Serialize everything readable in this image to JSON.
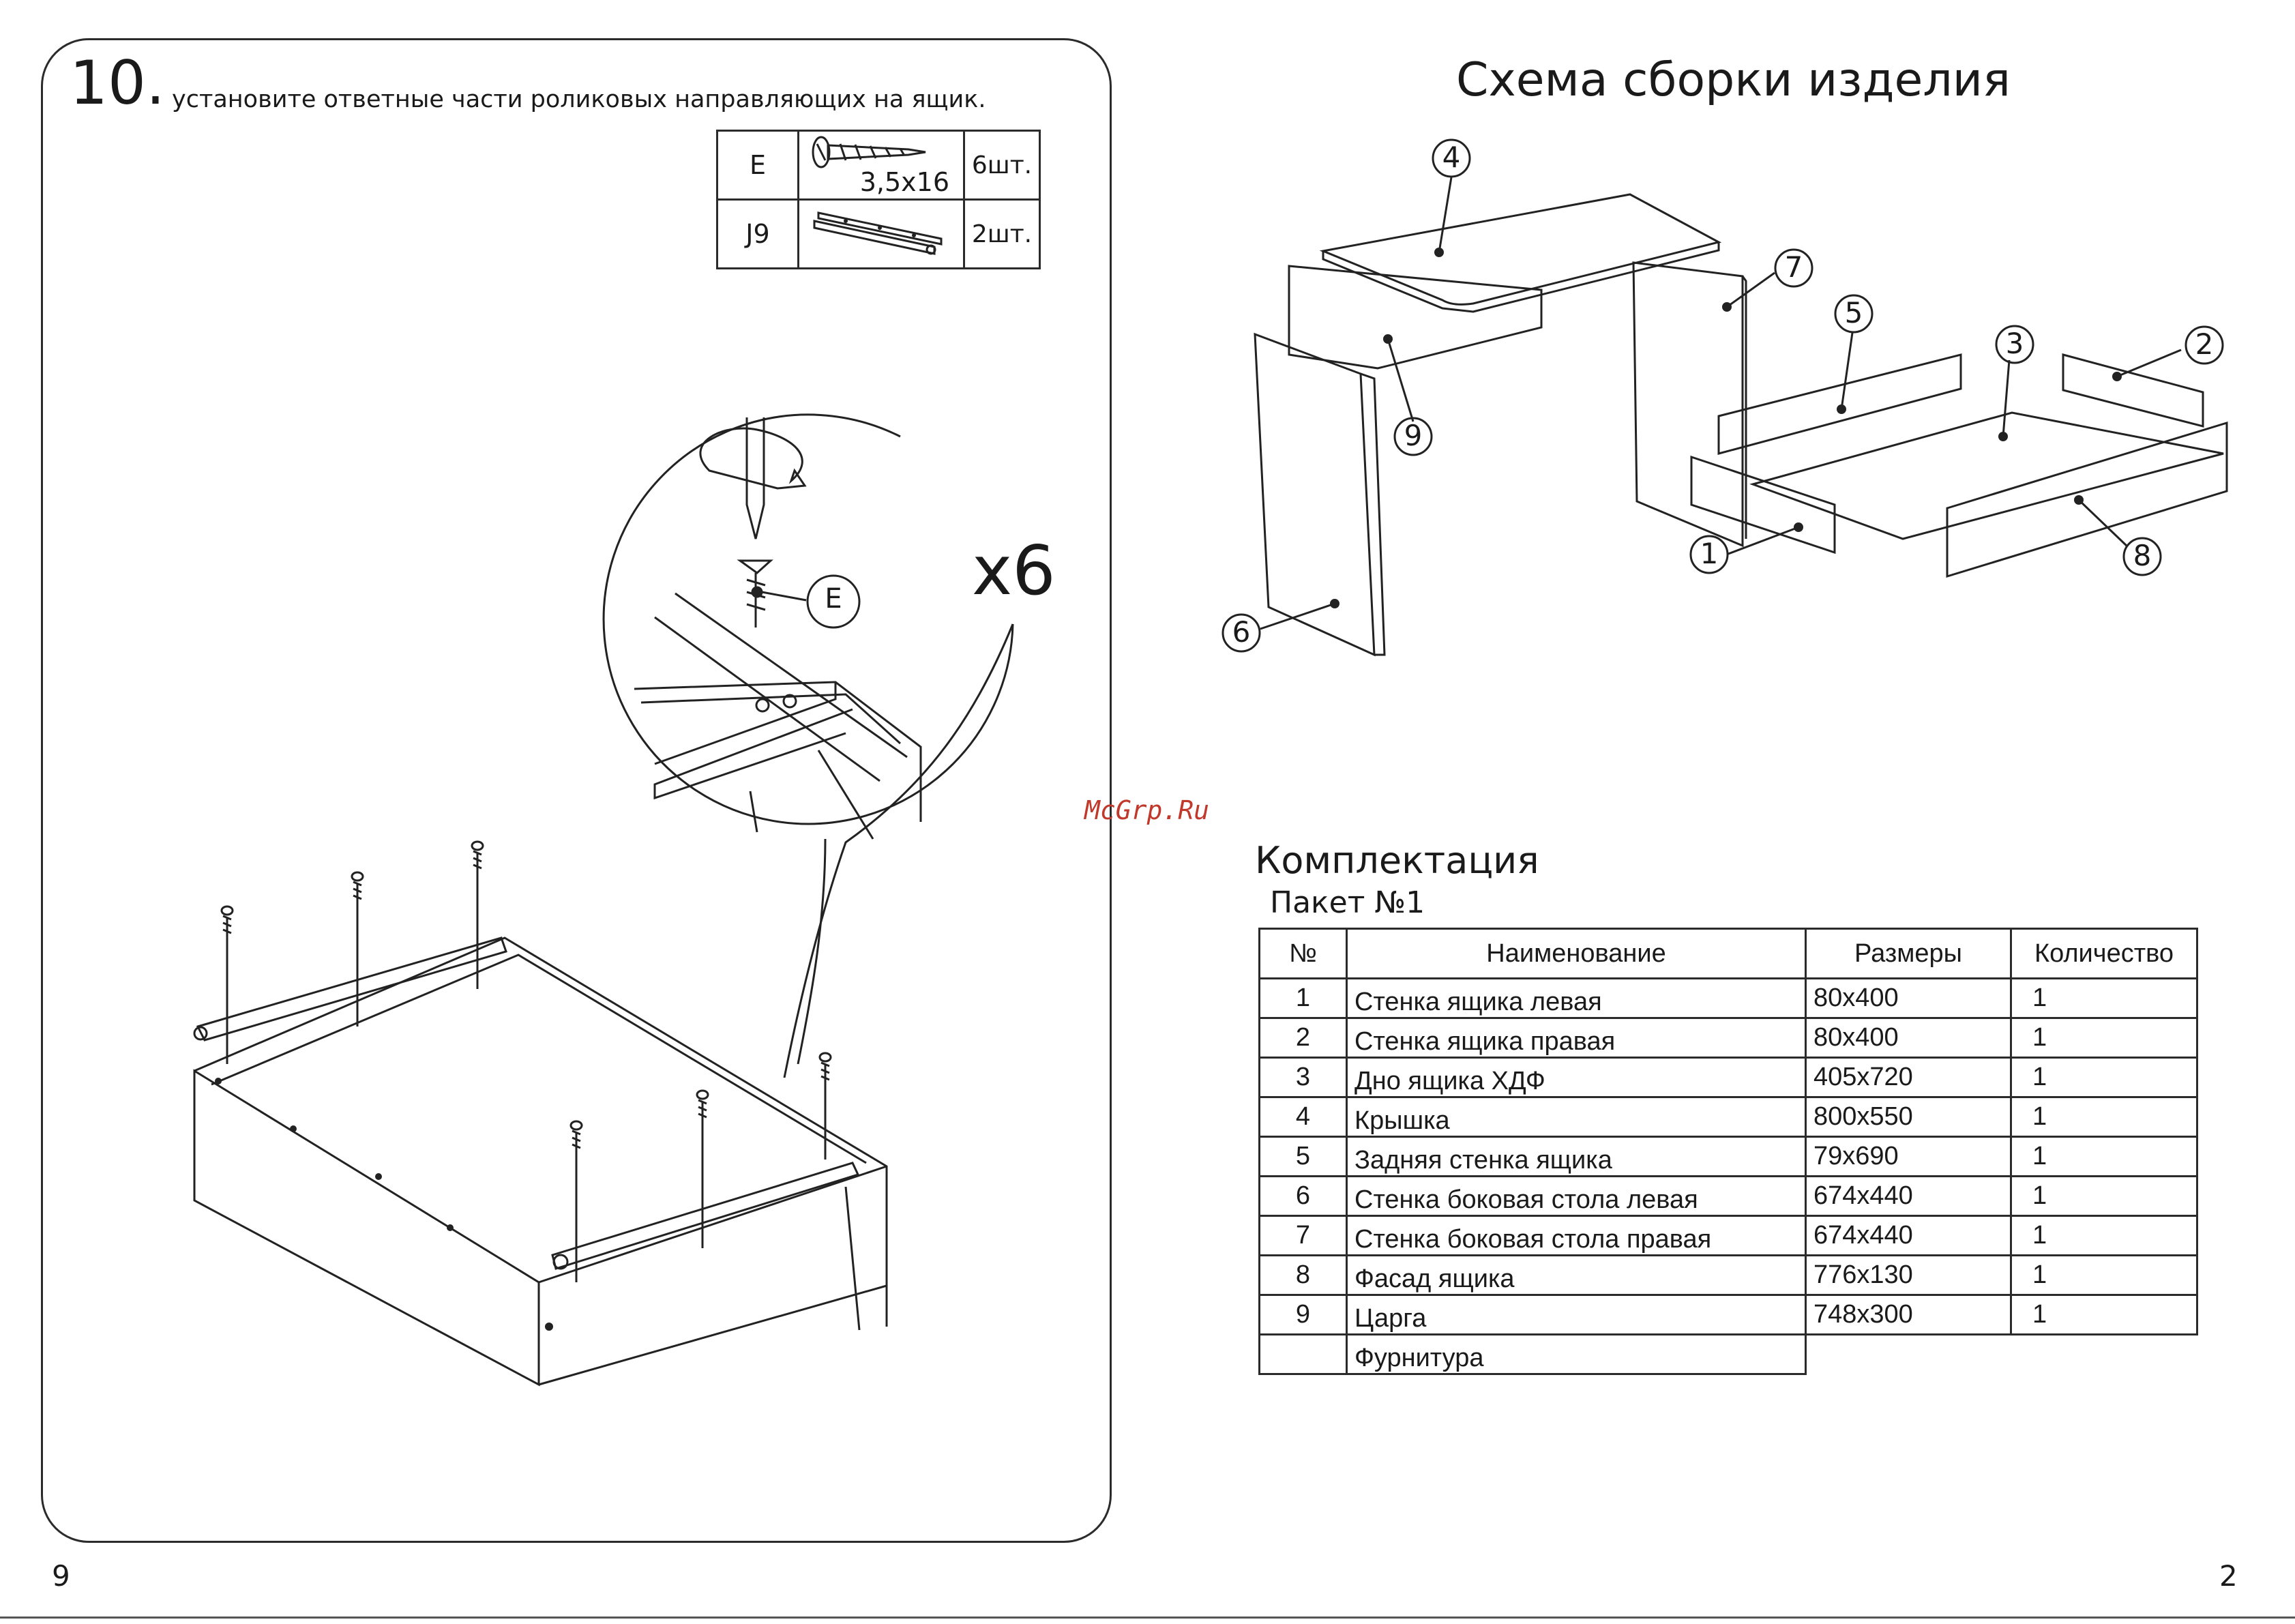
{
  "step": {
    "number": "10.",
    "instruction": "установите ответные части роликовых направляющих на ящик."
  },
  "hardware": [
    {
      "code": "E",
      "size": "3,5x16",
      "qty": "6шт.",
      "icon": "screw-icon"
    },
    {
      "code": "J9",
      "size": "",
      "qty": "2шт.",
      "icon": "roller-guide-icon"
    }
  ],
  "illustration": {
    "multiplier": "x6",
    "callout": "E"
  },
  "page_numbers": {
    "left": "9",
    "right": "2"
  },
  "scheme": {
    "title": "Схема сборки изделия",
    "callouts": [
      "1",
      "2",
      "3",
      "4",
      "5",
      "6",
      "7",
      "8",
      "9"
    ]
  },
  "watermark": "McGrp.Ru",
  "kit": {
    "title": "Комплектация",
    "package": "Пакет №1",
    "headers": [
      "№",
      "Наименование",
      "Размеры",
      "Количество"
    ],
    "rows": [
      {
        "num": "1",
        "name": "Стенка ящика левая",
        "size": "80x400",
        "qty": "1"
      },
      {
        "num": "2",
        "name": "Стенка ящика правая",
        "size": "80x400",
        "qty": "1"
      },
      {
        "num": "3",
        "name": "Дно ящика ХДФ",
        "size": "405x720",
        "qty": "1"
      },
      {
        "num": "4",
        "name": "Крышка",
        "size": "800x550",
        "qty": "1"
      },
      {
        "num": "5",
        "name": "Задняя стенка ящика",
        "size": "79x690",
        "qty": "1"
      },
      {
        "num": "6",
        "name": "Стенка боковая стола левая",
        "size": "674x440",
        "qty": "1"
      },
      {
        "num": "7",
        "name": "Стенка боковая стола правая",
        "size": "674x440",
        "qty": "1"
      },
      {
        "num": "8",
        "name": "Фасад ящика",
        "size": "776x130",
        "qty": "1"
      },
      {
        "num": "9",
        "name": "Царга",
        "size": "748x300",
        "qty": "1"
      }
    ],
    "footer_name": "Фурнитура"
  }
}
